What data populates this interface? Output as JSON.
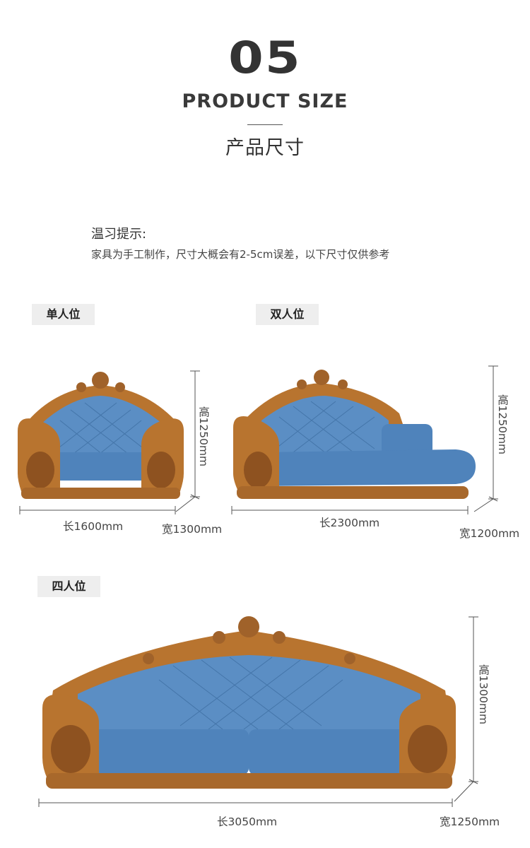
{
  "header": {
    "number": "05",
    "title_en": "PRODUCT SIZE",
    "title_cn": "产品尺寸"
  },
  "tip": {
    "heading": "温习提示:",
    "text": "家具为手工制作，尺寸大概会有2-5cm误差，以下尺寸仅供参考"
  },
  "products": {
    "single": {
      "tag": "单人位",
      "length": "长1600mm",
      "width": "宽1300mm",
      "height": "高1250mm"
    },
    "double": {
      "tag": "双人位",
      "length": "长2300mm",
      "width": "宽1200mm",
      "height": "高1250mm"
    },
    "four": {
      "tag": "四人位",
      "length": "长3050mm",
      "width": "宽1250mm",
      "height": "高1300mm"
    }
  },
  "colors": {
    "wood": "#b8742f",
    "wood_dark": "#7a4518",
    "fabric": "#5b8ec4",
    "fabric_dark": "#3f6fa3",
    "dim_line": "#555555"
  }
}
